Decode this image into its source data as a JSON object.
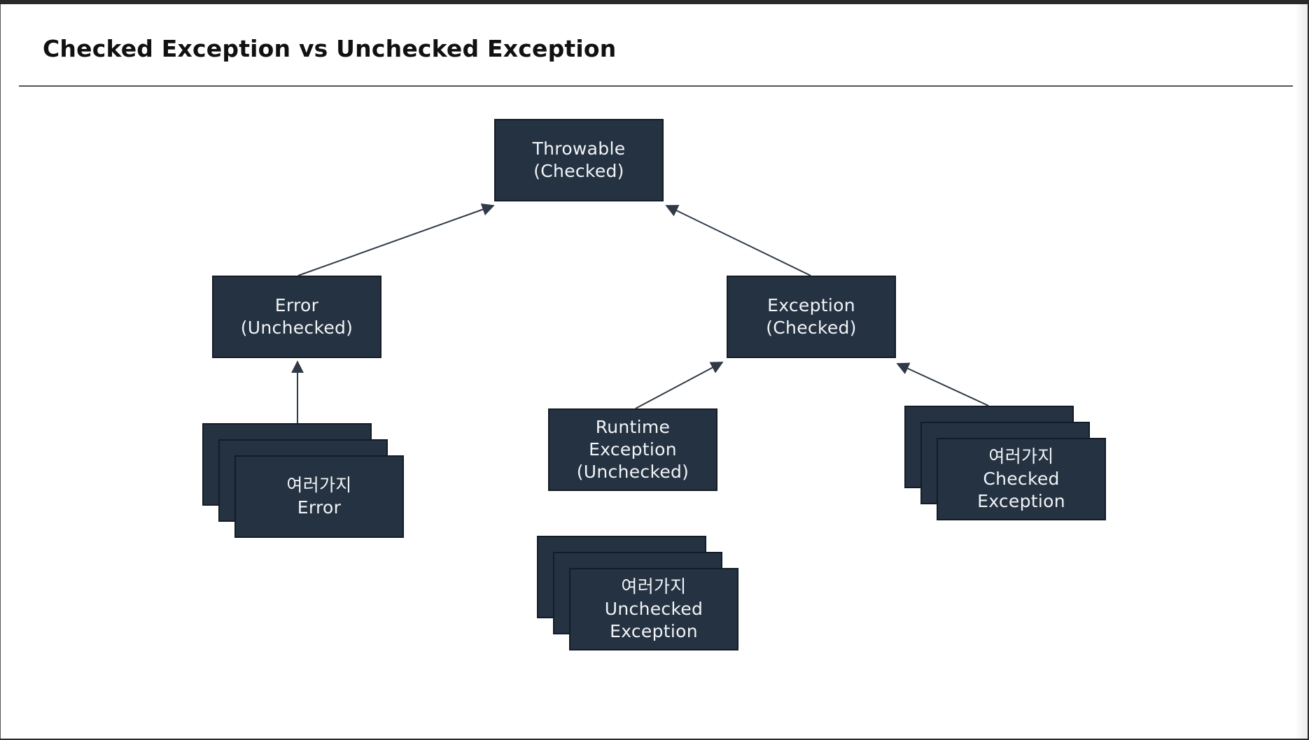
{
  "title": "Checked Exception vs Unchecked Exception",
  "colors": {
    "node_fill": "#243242",
    "node_border": "#141c25",
    "node_text": "#f2f4f6",
    "arrow": "#2f3a46"
  },
  "nodes": {
    "throwable": "Throwable\n(Checked)",
    "error": "Error\n(Unchecked)",
    "exception": "Exception\n(Checked)",
    "runtime_exception": "Runtime\nException\n(Unchecked)",
    "various_error": "여러가지\nError",
    "various_unchecked": "여러가지\nUnchecked\nException",
    "various_checked": "여러가지\nChecked\nException"
  },
  "edges": [
    {
      "from": "error",
      "to": "throwable"
    },
    {
      "from": "exception",
      "to": "throwable"
    },
    {
      "from": "various_error",
      "to": "error"
    },
    {
      "from": "runtime_exception",
      "to": "exception"
    },
    {
      "from": "various_checked",
      "to": "exception"
    }
  ]
}
